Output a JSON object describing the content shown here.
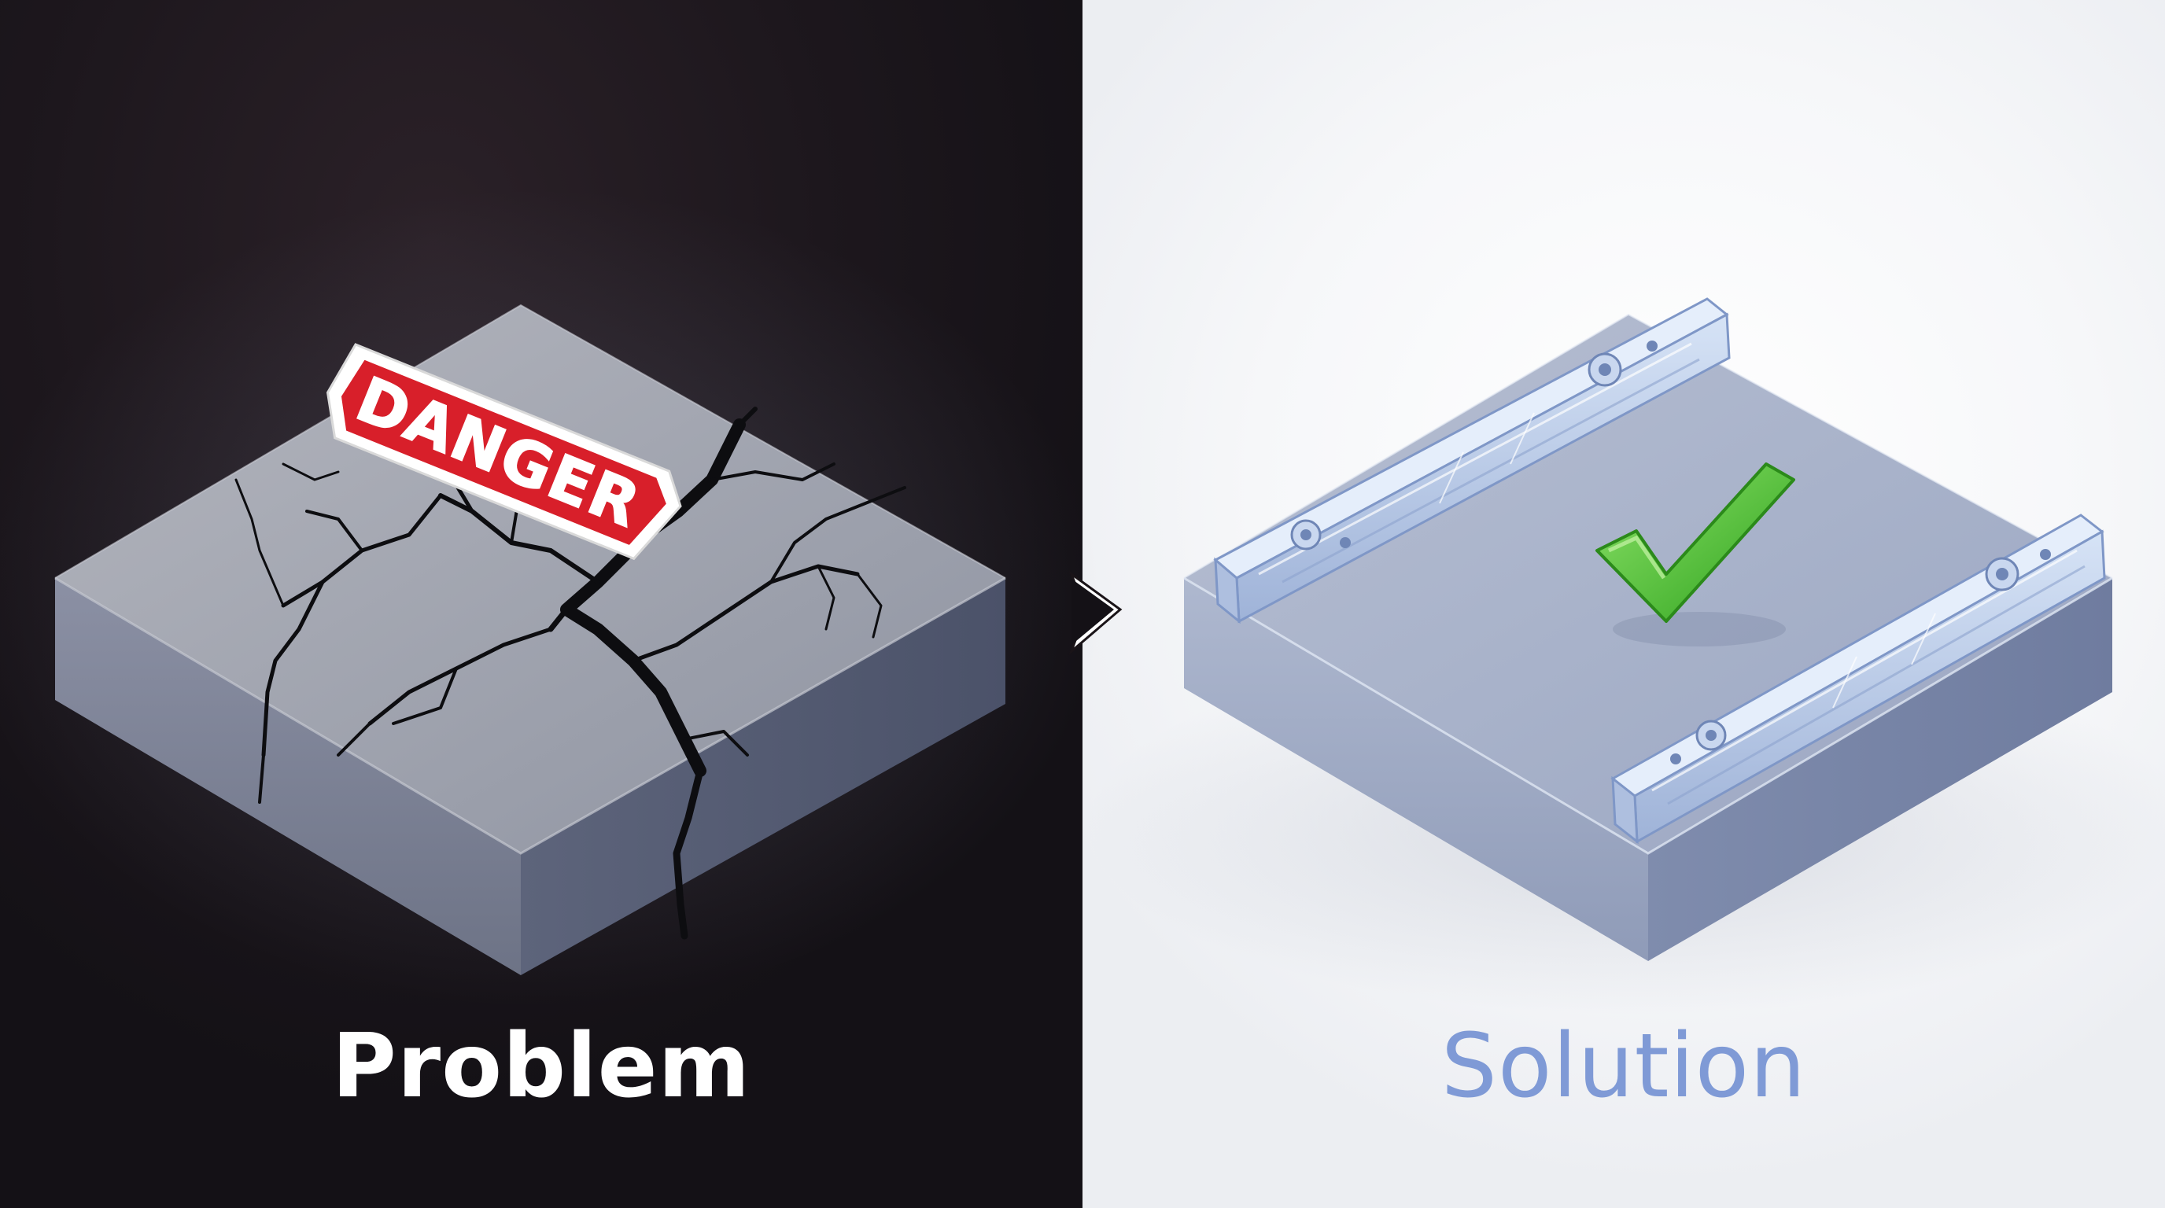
{
  "problem": {
    "caption": "Problem",
    "sign_text": "DANGER",
    "colors": {
      "background": "#1d171d",
      "slab_top": "#9ea2ad",
      "sign_red": "#d81f2a",
      "caption": "#ffffff"
    }
  },
  "solution": {
    "caption": "Solution",
    "colors": {
      "background": "#f4f5f8",
      "slab_top": "#a9b3c9",
      "rail": "#b9cde9",
      "check": "#3fbf2a",
      "caption": "#7f9ad6"
    }
  },
  "transition_icon": "arrow-right-icon"
}
